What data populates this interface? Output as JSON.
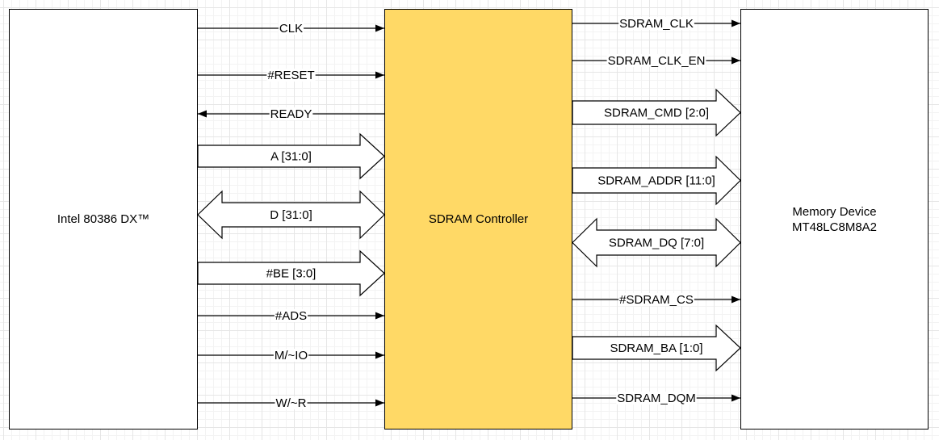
{
  "blocks": {
    "cpu": "Intel 80386 DX™",
    "controller": "SDRAM Controller",
    "memory": "Memory Device\nMT48LC8M8A2"
  },
  "left_signals": [
    {
      "label": "CLK",
      "kind": "line",
      "direction": "right"
    },
    {
      "label": "#RESET",
      "kind": "line",
      "direction": "right"
    },
    {
      "label": "READY",
      "kind": "line",
      "direction": "left"
    },
    {
      "label": "A [31:0]",
      "kind": "bus",
      "direction": "right"
    },
    {
      "label": "D [31:0]",
      "kind": "bus",
      "direction": "both"
    },
    {
      "label": "#BE [3:0]",
      "kind": "bus",
      "direction": "right"
    },
    {
      "label": "#ADS",
      "kind": "line",
      "direction": "right"
    },
    {
      "label": "M/~IO",
      "kind": "line",
      "direction": "right"
    },
    {
      "label": "W/~R",
      "kind": "line",
      "direction": "right"
    }
  ],
  "right_signals": [
    {
      "label": "SDRAM_CLK",
      "kind": "line",
      "direction": "right"
    },
    {
      "label": "SDRAM_CLK_EN",
      "kind": "line",
      "direction": "right"
    },
    {
      "label": "SDRAM_CMD [2:0]",
      "kind": "bus",
      "direction": "right"
    },
    {
      "label": "SDRAM_ADDR [11:0]",
      "kind": "bus",
      "direction": "right"
    },
    {
      "label": "SDRAM_DQ [7:0]",
      "kind": "bus",
      "direction": "both"
    },
    {
      "label": "#SDRAM_CS",
      "kind": "line",
      "direction": "right"
    },
    {
      "label": "SDRAM_BA [1:0]",
      "kind": "bus",
      "direction": "right"
    },
    {
      "label": "SDRAM_DQM",
      "kind": "line",
      "direction": "right"
    }
  ]
}
